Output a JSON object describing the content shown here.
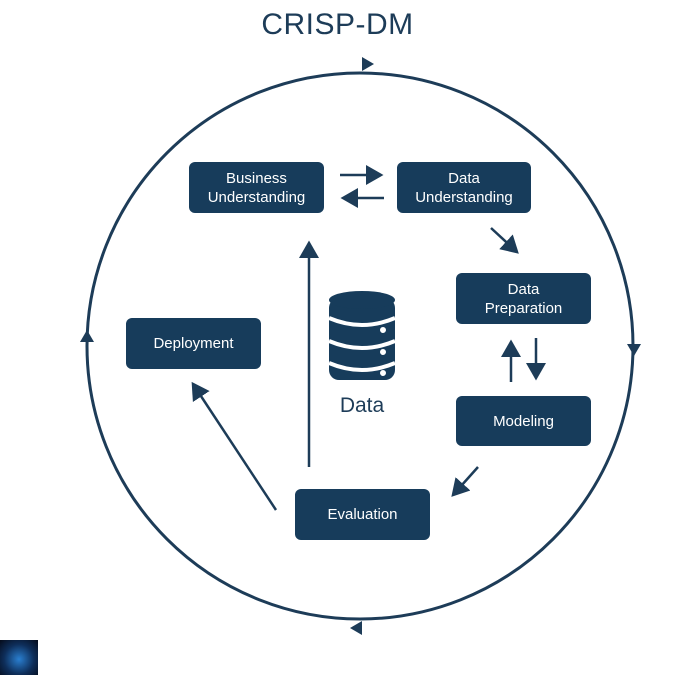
{
  "diagram": {
    "title": "CRISP-DM",
    "center_label": "Data",
    "phases": [
      {
        "id": "business-understanding",
        "label": "Business\nUnderstanding"
      },
      {
        "id": "data-understanding",
        "label": "Data\nUnderstanding"
      },
      {
        "id": "data-preparation",
        "label": "Data\nPreparation"
      },
      {
        "id": "modeling",
        "label": "Modeling"
      },
      {
        "id": "evaluation",
        "label": "Evaluation"
      },
      {
        "id": "deployment",
        "label": "Deployment"
      }
    ],
    "colors": {
      "box": "#173c5b",
      "stroke": "#1d3c58",
      "text": "#ffffff"
    },
    "icons": [
      "database-icon",
      "logo-icon"
    ]
  }
}
